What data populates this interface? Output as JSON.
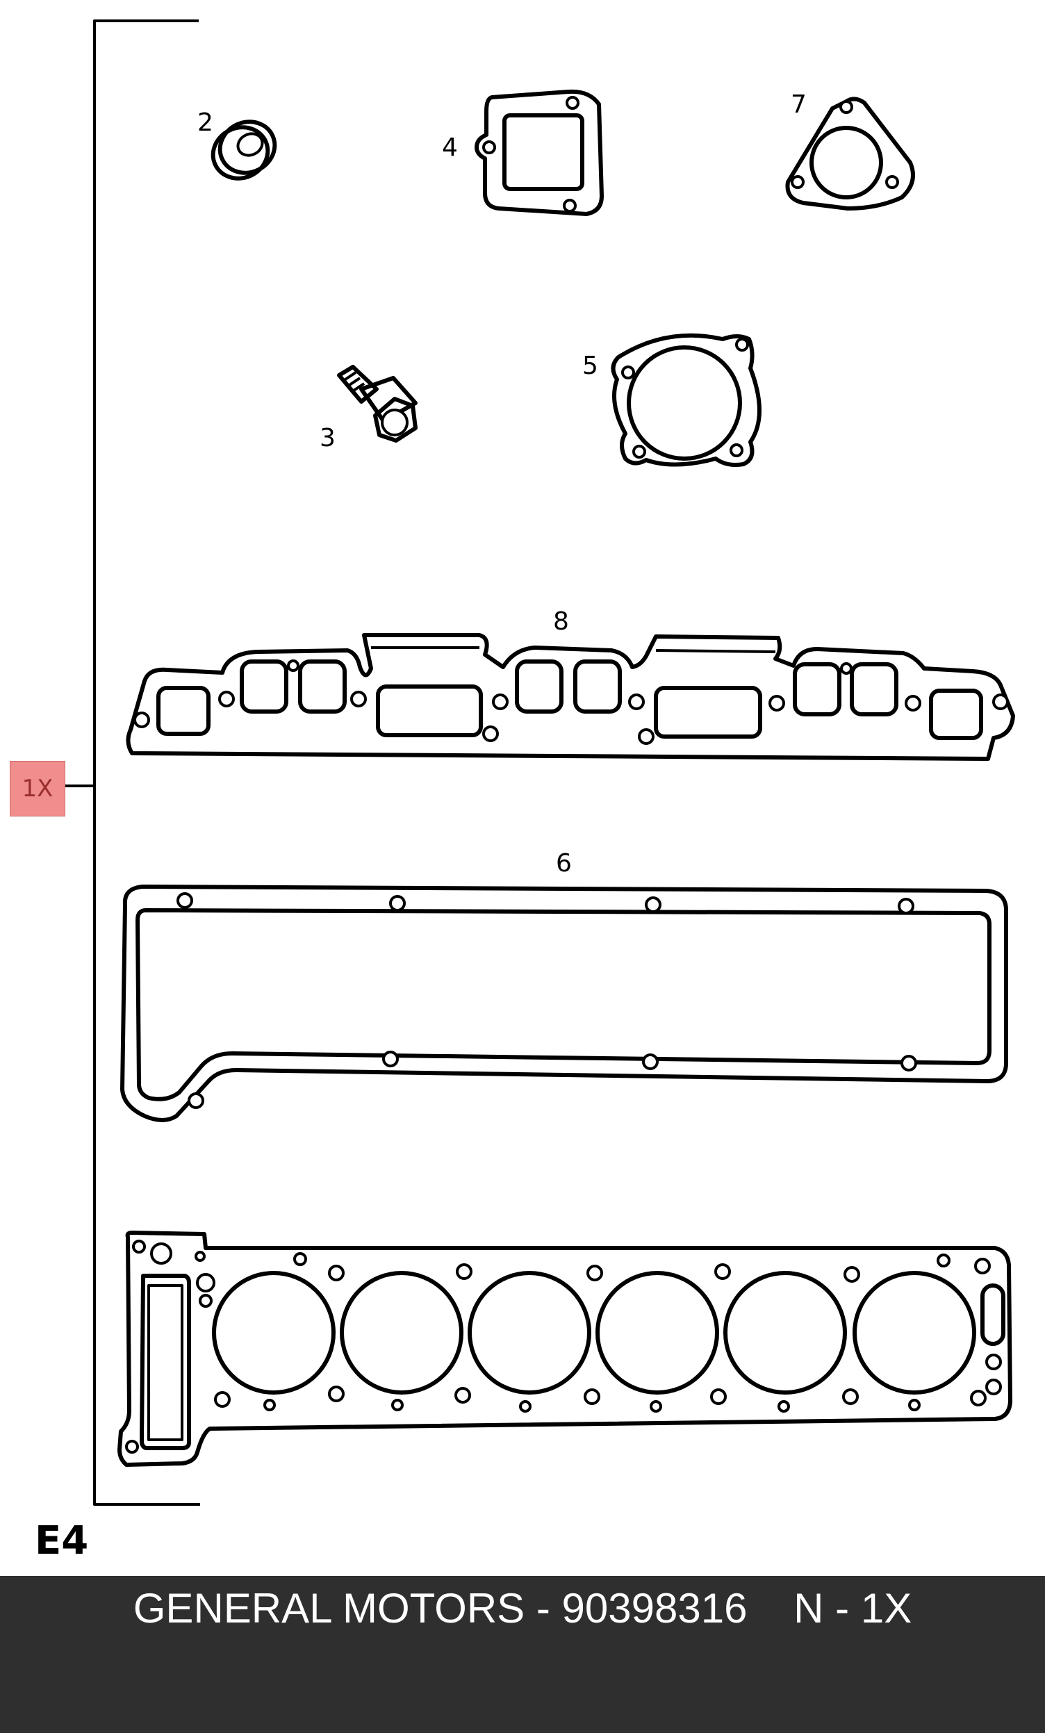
{
  "diagram": {
    "quantity_label": "1X",
    "section_code": "E4",
    "callouts": {
      "part_2": "2",
      "part_3": "3",
      "part_4": "4",
      "part_5": "5",
      "part_6": "6",
      "part_7": "7",
      "part_8": "8"
    }
  },
  "footer": {
    "brand": "GENERAL MOTORS",
    "separator": " - ",
    "part_number": "90398316",
    "note": "N - 1X"
  },
  "colors": {
    "footer_background": "#2f2f30",
    "quantity_box": "#f08d8d",
    "quantity_text": "#9b2f2f"
  }
}
